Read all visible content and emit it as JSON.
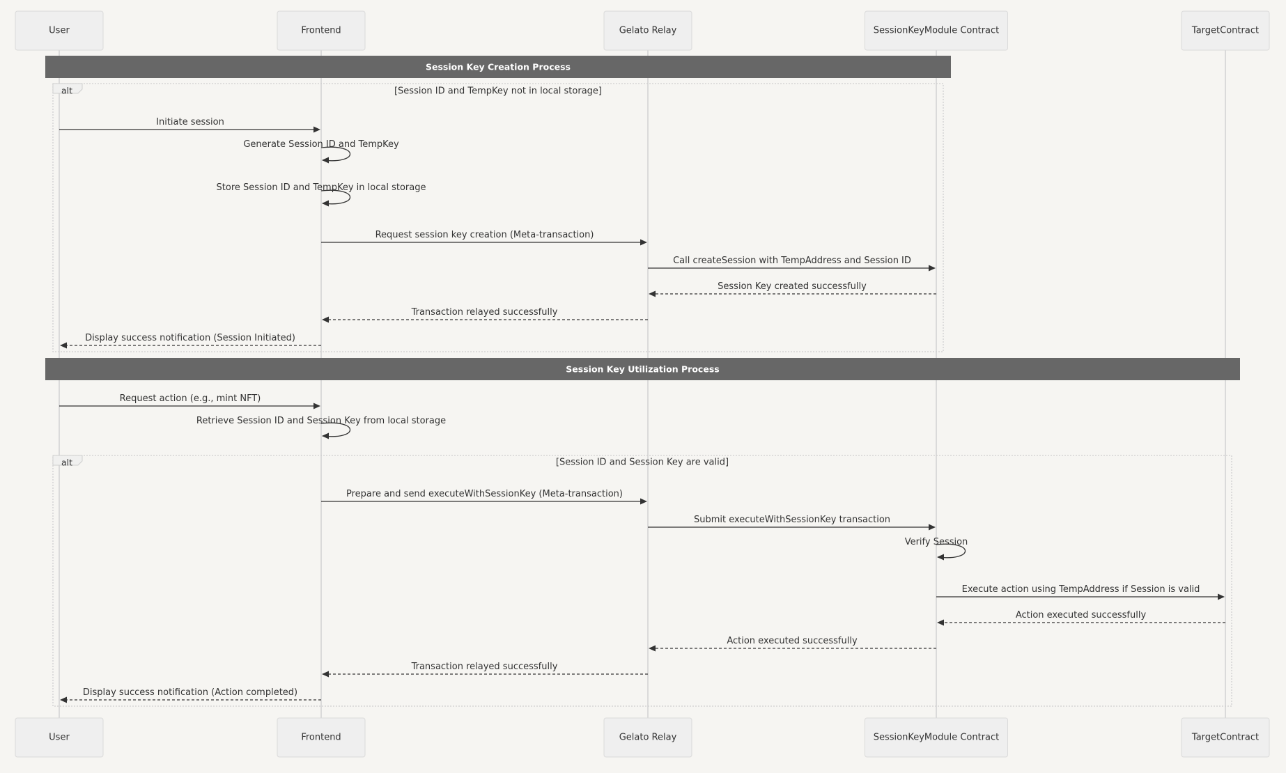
{
  "participants": [
    {
      "id": "user",
      "label": "User"
    },
    {
      "id": "frontend",
      "label": "Frontend"
    },
    {
      "id": "gelato",
      "label": "Gelato Relay"
    },
    {
      "id": "skm",
      "label": "SessionKeyModule Contract"
    },
    {
      "id": "target",
      "label": "TargetContract"
    }
  ],
  "notes": [
    {
      "text": "Session Key Creation Process"
    },
    {
      "text": "Session Key Utilization Process"
    }
  ],
  "alts": [
    {
      "keyword": "alt",
      "condition": "[Session ID and TempKey not in local storage]"
    },
    {
      "keyword": "alt",
      "condition": "[Session ID and Session Key are valid]"
    }
  ],
  "messages": [
    {
      "from": "user",
      "to": "frontend",
      "text": "Initiate session",
      "style": "solid"
    },
    {
      "from": "frontend",
      "to": "frontend",
      "text": "Generate Session ID and TempKey",
      "style": "solid"
    },
    {
      "from": "frontend",
      "to": "frontend",
      "text": "Store Session ID and TempKey in local storage",
      "style": "solid"
    },
    {
      "from": "frontend",
      "to": "gelato",
      "text": "Request session key creation (Meta-transaction)",
      "style": "solid"
    },
    {
      "from": "gelato",
      "to": "skm",
      "text": "Call createSession with TempAddress and Session ID",
      "style": "solid"
    },
    {
      "from": "skm",
      "to": "gelato",
      "text": "Session Key created successfully",
      "style": "dashed"
    },
    {
      "from": "gelato",
      "to": "frontend",
      "text": "Transaction relayed successfully",
      "style": "dashed"
    },
    {
      "from": "frontend",
      "to": "user",
      "text": "Display success notification (Session Initiated)",
      "style": "dashed"
    },
    {
      "from": "user",
      "to": "frontend",
      "text": "Request action (e.g., mint NFT)",
      "style": "solid"
    },
    {
      "from": "frontend",
      "to": "frontend",
      "text": "Retrieve Session ID and Session Key from local storage",
      "style": "solid"
    },
    {
      "from": "frontend",
      "to": "gelato",
      "text": "Prepare and send executeWithSessionKey (Meta-transaction)",
      "style": "solid"
    },
    {
      "from": "gelato",
      "to": "skm",
      "text": "Submit executeWithSessionKey transaction",
      "style": "solid"
    },
    {
      "from": "skm",
      "to": "skm",
      "text": "Verify Session",
      "style": "solid"
    },
    {
      "from": "skm",
      "to": "target",
      "text": "Execute action using TempAddress if Session is valid",
      "style": "solid"
    },
    {
      "from": "target",
      "to": "skm",
      "text": "Action executed successfully",
      "style": "dashed"
    },
    {
      "from": "skm",
      "to": "gelato",
      "text": "Action executed successfully",
      "style": "dashed"
    },
    {
      "from": "gelato",
      "to": "frontend",
      "text": "Transaction relayed successfully",
      "style": "dashed"
    },
    {
      "from": "frontend",
      "to": "user",
      "text": "Display success notification (Action completed)",
      "style": "dashed"
    }
  ]
}
